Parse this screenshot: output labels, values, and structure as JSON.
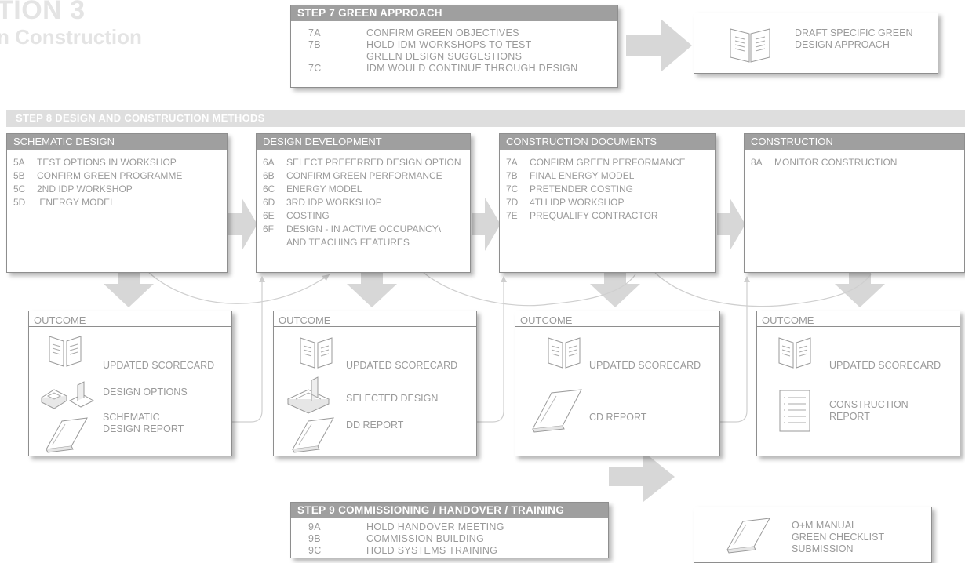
{
  "section": {
    "title": "TION 3",
    "subtitle": "n Construction"
  },
  "step7": {
    "header": "STEP 7    GREEN APPROACH",
    "rows": [
      {
        "code": "7A",
        "text": "CONFIRM GREEN OBJECTIVES"
      },
      {
        "code": "7B",
        "text": "HOLD IDM WORKSHOPS TO TEST"
      },
      {
        "code": "",
        "text": "GREEN DESIGN SUGGESTIONS"
      },
      {
        "code": "7C",
        "text": "IDM WOULD CONTINUE THROUGH DESIGN"
      }
    ],
    "result": "DRAFT SPECIFIC GREEN\nDESIGN APPROACH"
  },
  "step8": {
    "banner": "STEP 8      DESIGN AND CONSTRUCTION METHODS",
    "stages": [
      {
        "title": "SCHEMATIC DESIGN",
        "rows": [
          {
            "code": "5A",
            "text": "TEST OPTIONS IN WORKSHOP"
          },
          {
            "code": "5B",
            "text": "CONFIRM GREEN PROGRAMME"
          },
          {
            "code": "5C",
            "text": "2ND IDP WORKSHOP"
          },
          {
            "code": "5D",
            "text": " ENERGY MODEL"
          }
        ],
        "outcome": {
          "title": "OUTCOME",
          "items": [
            "UPDATED SCORECARD",
            "DESIGN OPTIONS",
            "SCHEMATIC\nDESIGN REPORT"
          ]
        }
      },
      {
        "title": "DESIGN DEVELOPMENT",
        "rows": [
          {
            "code": "6A",
            "text": "SELECT PREFERRED DESIGN OPTION"
          },
          {
            "code": "6B",
            "text": "CONFIRM GREEN PERFORMANCE"
          },
          {
            "code": "6C",
            "text": "ENERGY MODEL"
          },
          {
            "code": "6D",
            "text": "3RD IDP WORKSHOP"
          },
          {
            "code": "6E",
            "text": "COSTING"
          },
          {
            "code": "6F",
            "text": "DESIGN - IN ACTIVE OCCUPANCY\\"
          },
          {
            "code": "",
            "text": "AND TEACHING FEATURES"
          }
        ],
        "outcome": {
          "title": "OUTCOME",
          "items": [
            "UPDATED SCORECARD",
            "SELECTED DESIGN",
            "DD REPORT"
          ]
        }
      },
      {
        "title": "CONSTRUCTION DOCUMENTS",
        "rows": [
          {
            "code": "7A",
            "text": "CONFIRM GREEN PERFORMANCE"
          },
          {
            "code": "7B",
            "text": "FINAL ENERGY MODEL"
          },
          {
            "code": "7C",
            "text": "PRETENDER COSTING"
          },
          {
            "code": "7D",
            "text": "4TH IDP WORKSHOP"
          },
          {
            "code": "7E",
            "text": "PREQUALIFY CONTRACTOR"
          }
        ],
        "outcome": {
          "title": "OUTCOME",
          "items": [
            "UPDATED SCORECARD",
            "CD REPORT"
          ]
        }
      },
      {
        "title": "CONSTRUCTION",
        "rows": [
          {
            "code": "8A",
            "text": "MONITOR CONSTRUCTION"
          }
        ],
        "outcome": {
          "title": "OUTCOME",
          "items": [
            "UPDATED SCORECARD",
            "CONSTRUCTION\nREPORT"
          ]
        }
      }
    ]
  },
  "step9": {
    "header": "STEP 9   COMMISSIONING / HANDOVER / TRAINING",
    "rows": [
      {
        "code": "9A",
        "text": "HOLD HANDOVER MEETING"
      },
      {
        "code": "9B",
        "text": "COMMISSION BUILDING"
      },
      {
        "code": "9C",
        "text": "HOLD SYSTEMS TRAINING"
      }
    ],
    "result": "O+M MANUAL\nGREEN CHECKLIST\nSUBMISSION"
  }
}
